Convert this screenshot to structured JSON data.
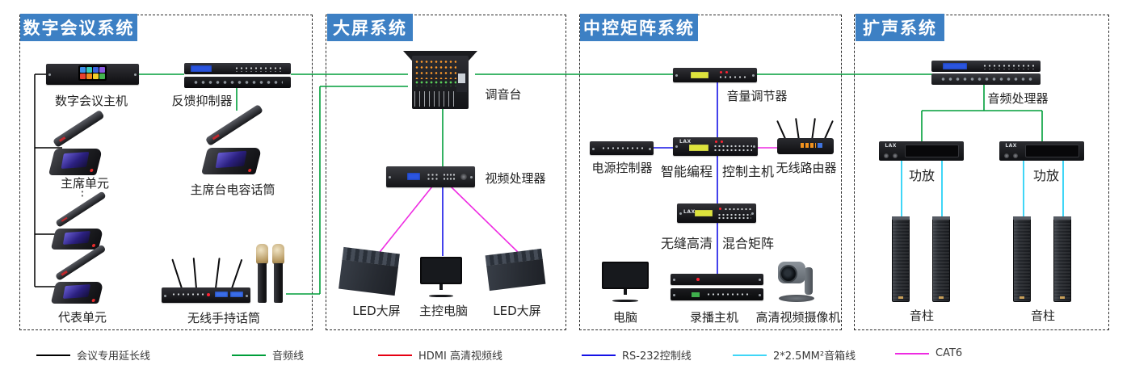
{
  "colors": {
    "header_bg": "#3d80c4",
    "conference_line": "#000000",
    "audio_line": "#009e3a",
    "hdmi_line": "#e60012",
    "rs232_line": "#1512e6",
    "speaker_line": "#3fd6f7",
    "cat6_line": "#ee2be2"
  },
  "brand": "LAX",
  "sections": [
    {
      "title": "数字会议系统",
      "more_units": "⋮",
      "devices": {
        "host": "数字会议主机",
        "suppressor": "反馈抑制器",
        "chairman_unit": "主席单元",
        "chairman_mic": "主席台电容话筒",
        "delegate_unit": "代表单元",
        "wireless_mic": "无线手持话筒"
      }
    },
    {
      "title": "大屏系统",
      "devices": {
        "mixer": "调音台",
        "video_processor": "视频处理器",
        "led_left": "LED大屏",
        "master_pc": "主控电脑",
        "led_right": "LED大屏"
      }
    },
    {
      "title": "中控矩阵系统",
      "devices": {
        "volume_controller": "音量调节器",
        "power_controller": "电源控制器",
        "ctrl_host_1": "智能编程",
        "ctrl_host_2": "控制主机",
        "router": "无线路由器",
        "matrix_1": "无缝高清",
        "matrix_2": "混合矩阵",
        "pc": "电脑",
        "recorder": "录播主机",
        "camera": "高清视频摄像机"
      }
    },
    {
      "title": "扩声系统",
      "devices": {
        "audio_processor": "音频处理器",
        "amp_left": "功放",
        "amp_right": "功放",
        "speakers_left": "音柱",
        "speakers_right": "音柱"
      }
    }
  ],
  "legend": [
    {
      "label": "会议专用延长线",
      "color": "#000000"
    },
    {
      "label": "音频线",
      "color": "#009e3a"
    },
    {
      "label": "HDMI 高清视频线",
      "color": "#e60012"
    },
    {
      "label": "RS-232控制线",
      "color": "#1512e6"
    },
    {
      "label": "2*2.5MM²音箱线",
      "color": "#3fd6f7"
    },
    {
      "label": "CAT6",
      "color": "#ee2be2"
    }
  ]
}
